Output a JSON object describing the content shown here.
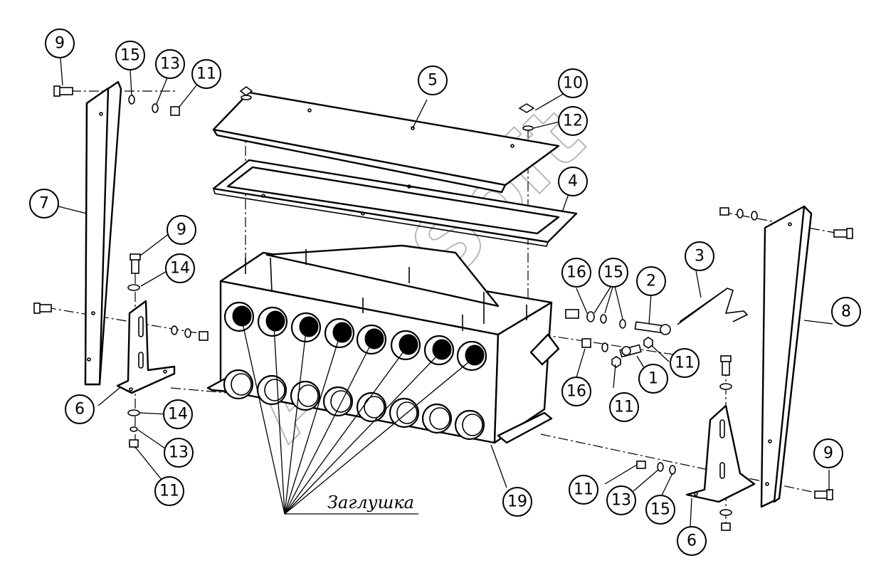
{
  "balloons": {
    "b1": "1",
    "b2": "2",
    "b3": "3",
    "b4": "4",
    "b5": "5",
    "b6a": "6",
    "b6b": "6",
    "b7": "7",
    "b8": "8",
    "b9a": "9",
    "b9b": "9",
    "b9c": "9",
    "b10": "10",
    "b11a": "11",
    "b11b": "11",
    "b11c": "11",
    "b11d": "11",
    "b11e": "11",
    "b12": "12",
    "b13a": "13",
    "b13b": "13",
    "b13c": "13",
    "b14a": "14",
    "b14b": "14",
    "b15a": "15",
    "b15b": "15",
    "b15c": "15",
    "b16a": "16",
    "b16b": "16",
    "b19": "19"
  },
  "note": "Заглушка",
  "watermark": "AutoSoft"
}
